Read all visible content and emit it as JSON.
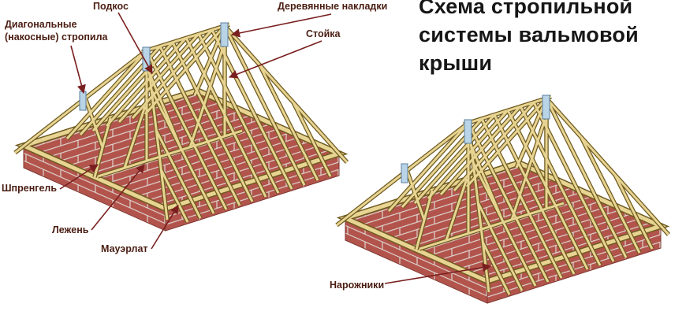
{
  "title": {
    "text": "Схема стропильной\nсистемы вальмовой\nкрыши"
  },
  "labels": {
    "podkos": "Подкос",
    "diagonal": "Диагональные\n(накосные) стропила",
    "nakladki": "Деревянные накладки",
    "stoika": "Стойка",
    "shprengel": "Шпренгель",
    "lezhen": "Лежень",
    "mauerlat": "Мауэрлат",
    "narozhniki": "Нарожники"
  },
  "colors": {
    "background": "#ffffff",
    "wood": "#e7d492",
    "wood_outline": "#6f5a1f",
    "brick": "#b2544c",
    "mortar": "#ddd6cf",
    "plate": "#b9d4e6",
    "label_text": "#4a1d12",
    "leader_line": "#7a1f1f",
    "title_text": "#161616"
  }
}
